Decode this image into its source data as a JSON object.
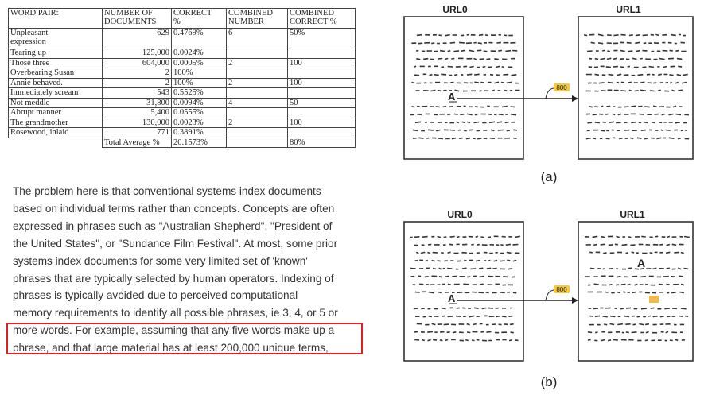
{
  "table": {
    "headers": [
      [
        "WORD PAIR:",
        ""
      ],
      [
        "NUMBER OF",
        "DOCUMENTS"
      ],
      [
        "CORRECT",
        "%"
      ],
      [
        "COMBINED",
        "NUMBER"
      ],
      [
        "COMBINED",
        "CORRECT %"
      ]
    ],
    "rows": [
      {
        "pair": [
          "Unpleasant",
          "expression"
        ],
        "docs": "629",
        "correct": "0.4769%",
        "comb_num": "6",
        "comb_pct": "50%"
      },
      {
        "pair": [
          "Tearing up"
        ],
        "docs": "125,000",
        "correct": "0.0024%",
        "comb_num": "",
        "comb_pct": ""
      },
      {
        "pair": [
          "Those three"
        ],
        "docs": "604,000",
        "correct": "0.0005%",
        "comb_num": "2",
        "comb_pct": "100"
      },
      {
        "pair": [
          "Overbearing Susan"
        ],
        "docs": "2",
        "correct": "100%",
        "comb_num": "",
        "comb_pct": ""
      },
      {
        "pair": [
          "Annie behaved."
        ],
        "docs": "2",
        "correct": "100%",
        "comb_num": "2",
        "comb_pct": "100"
      },
      {
        "pair": [
          "Immediately scream"
        ],
        "docs": "543",
        "correct": "0.5525%",
        "comb_num": "",
        "comb_pct": ""
      },
      {
        "pair": [
          "Not meddle"
        ],
        "docs": "31,800",
        "correct": "0.0094%",
        "comb_num": "4",
        "comb_pct": "50"
      },
      {
        "pair": [
          "Abrupt manner"
        ],
        "docs": "5,400",
        "correct": "0.0555%",
        "comb_num": "",
        "comb_pct": ""
      },
      {
        "pair": [
          "The grandmother"
        ],
        "docs": "130,000",
        "correct": "0.0023%",
        "comb_num": "2",
        "comb_pct": "100"
      },
      {
        "pair": [
          "Rosewood, inlaid"
        ],
        "docs": "771",
        "correct": "0.3891%",
        "comb_num": "",
        "comb_pct": ""
      }
    ],
    "footer": {
      "label": "Total Average %",
      "correct": "20.1573%",
      "comb_pct": "80%"
    }
  },
  "paragraph": [
    "The problem here is that conventional systems index documents",
    "based on individual terms rather than concepts. Concepts are often",
    "expressed in phrases such as \"Australian Shepherd\", \"President of",
    "the United States\", or \"Sundance Film Festival\". At most, some prior",
    "systems index documents for some very limited set of 'known'",
    "phrases that are typically selected by human operators. Indexing of",
    "phrases is typically avoided due to perceived computational",
    "memory requirements to identify all possible phrases, ie 3, 4, or 5 or",
    "more words. For example, assuming that any five words make up a",
    "phrase, and that large material has at least 200,000 unique terms,"
  ],
  "diagram_a": {
    "left_title": "URL0",
    "right_title": "URL1",
    "anchor": "A",
    "link_label": "800",
    "caption": "(a)"
  },
  "diagram_b": {
    "left_title": "URL0",
    "right_title": "URL1",
    "anchor": "A",
    "target_anchor": "A",
    "link_label": "800",
    "caption": "(b)"
  },
  "colors": {
    "highlight_border": "#e02020",
    "link_label_fill": "#f5c842",
    "target_highlight": "#f2b84b"
  }
}
